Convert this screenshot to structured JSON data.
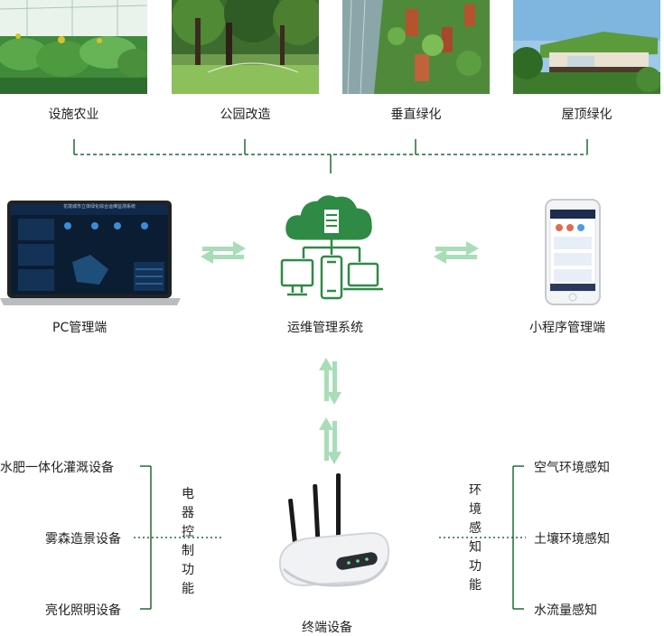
{
  "top_scenes": [
    {
      "label": "设施农业",
      "icon": "greenhouse-photo"
    },
    {
      "label": "公园改造",
      "icon": "park-photo"
    },
    {
      "label": "垂直绿化",
      "icon": "vertical-greening-photo"
    },
    {
      "label": "屋顶绿化",
      "icon": "roof-greening-photo"
    }
  ],
  "pc": {
    "label": "PC管理端",
    "screen_title": "花境城市立体绿化综合运维监测系统"
  },
  "center": {
    "label": "运维管理系统"
  },
  "mini": {
    "label": "小程序管理端"
  },
  "terminal": {
    "label": "终端设备"
  },
  "left_devices": [
    "水肥一体化灌溉设备",
    "雾森造景设备",
    "亮化照明设备"
  ],
  "left_function": [
    "电",
    "器",
    "控",
    "制",
    "功",
    "能"
  ],
  "right_sensors": [
    "空气环境感知",
    "土壤环境感知",
    "水流量感知"
  ],
  "right_function": [
    "环",
    "境",
    "感",
    "知",
    "功",
    "能"
  ],
  "colors": {
    "green": "#2f8a46",
    "dark_green": "#1f6b34",
    "arrow_green": "#a8ddb8"
  }
}
